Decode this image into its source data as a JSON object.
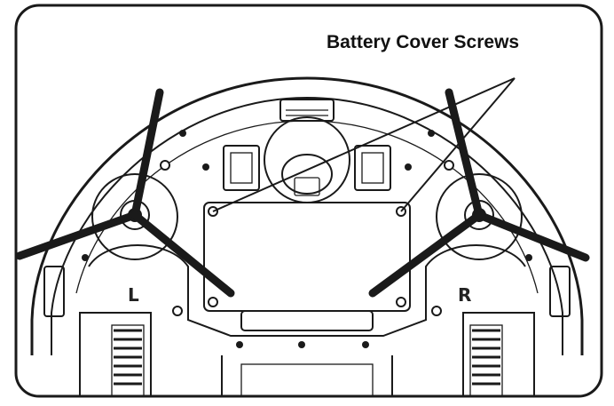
{
  "diagram": {
    "callout_text": "Battery Cover Screws",
    "brush_left_label": "L",
    "brush_right_label": "R"
  },
  "colors": {
    "line": "#1a1a1a",
    "background": "#ffffff"
  }
}
